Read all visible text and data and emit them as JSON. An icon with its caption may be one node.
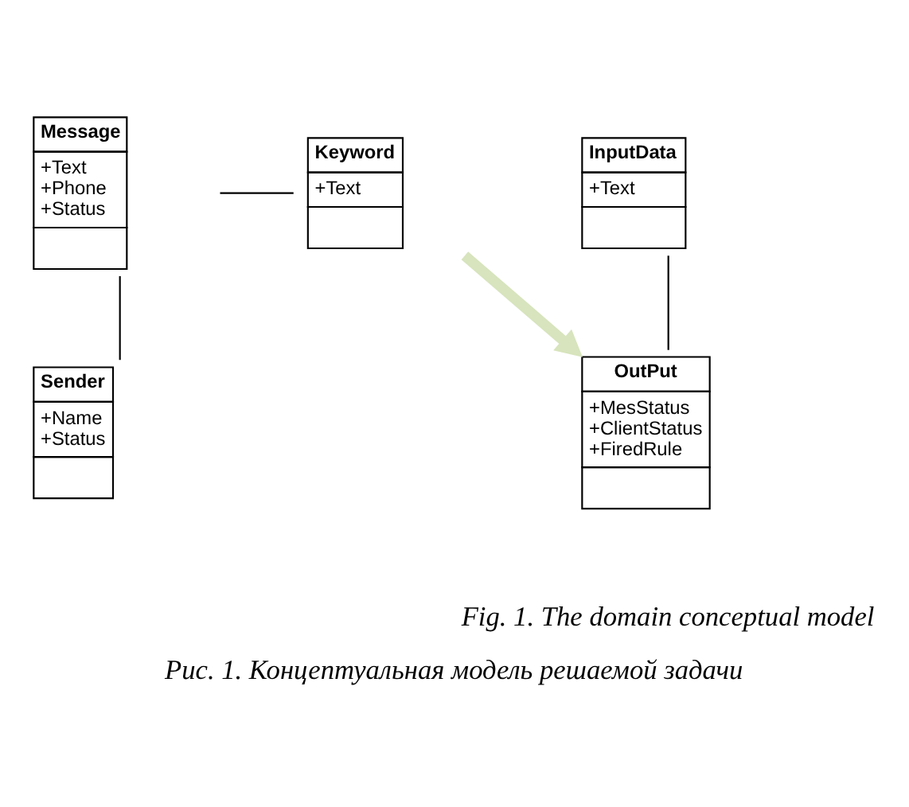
{
  "diagram": {
    "caption": "Рис. 1. Концептуальная модель решаемой задачи",
    "nodes": [
      {
        "text": [
          "Message",
          "+Text",
          "+Phone",
          "+Status"
        ]
      },
      {
        "text": [
          "Keyword",
          "+Text"
        ]
      },
      {
        "text": [
          "Sender",
          "+Name",
          "+Status"
        ]
      },
      {
        "text": [
          "InputData",
          "+Text"
        ]
      },
      {
        "text": [
          "OutPut",
          "+MesStatus",
          "+ClientStatus",
          "+FiredRule"
        ]
      }
    ],
    "edges": [
      {
        "from": 0,
        "to": 1,
        "arrow": "none"
      },
      {
        "from": 0,
        "to": 2,
        "arrow": "none"
      },
      {
        "from": 1,
        "to": 4,
        "arrow": "to",
        "style": "thick",
        "color": "#d7e4bd"
      },
      {
        "from": 3,
        "to": 4,
        "arrow": "none"
      }
    ],
    "labels": [
      "Fig. 1. The domain conceptual model"
    ]
  }
}
